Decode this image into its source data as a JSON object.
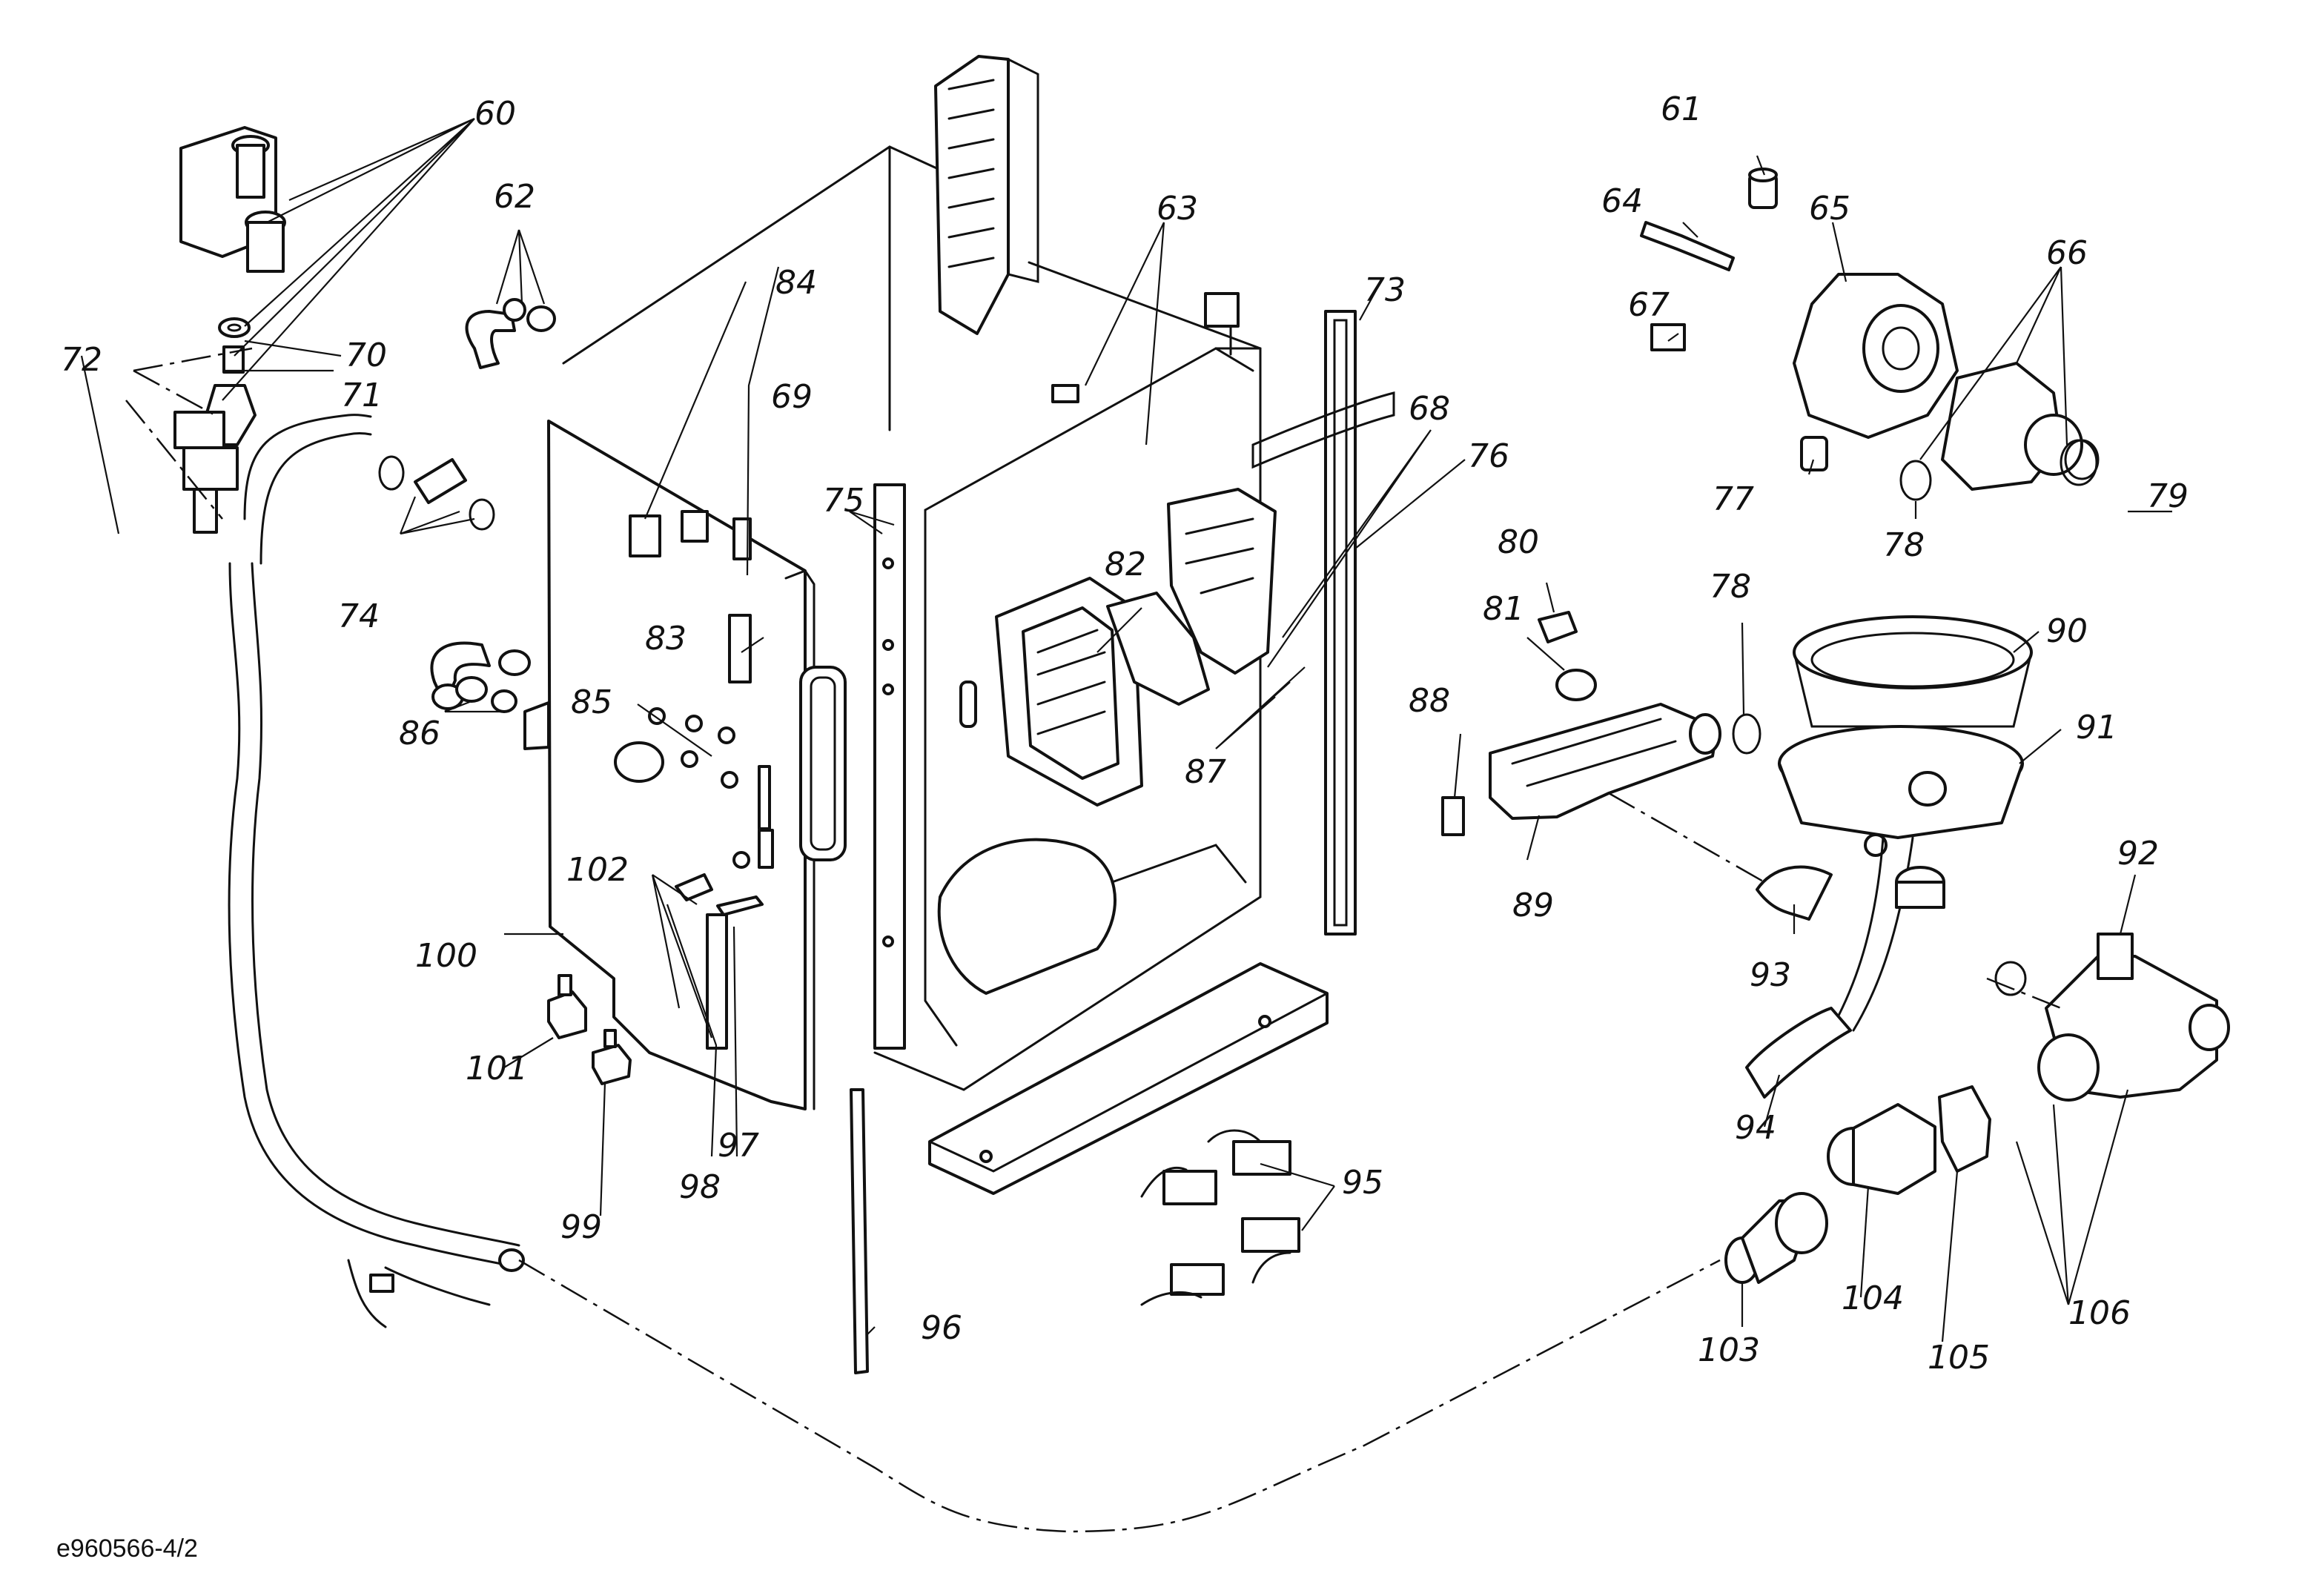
{
  "drawing_code": "e960566-4/2",
  "callouts": [
    "60",
    "61",
    "62",
    "63",
    "64",
    "65",
    "66",
    "67",
    "68",
    "69",
    "70",
    "71",
    "72",
    "73",
    "74",
    "75",
    "76",
    "77",
    "78",
    "78",
    "79",
    "80",
    "81",
    "82",
    "83",
    "84",
    "85",
    "86",
    "87",
    "88",
    "89",
    "90",
    "91",
    "92",
    "93",
    "94",
    "95",
    "96",
    "97",
    "98",
    "99",
    "100",
    "101",
    "102",
    "103",
    "104",
    "105",
    "106"
  ]
}
